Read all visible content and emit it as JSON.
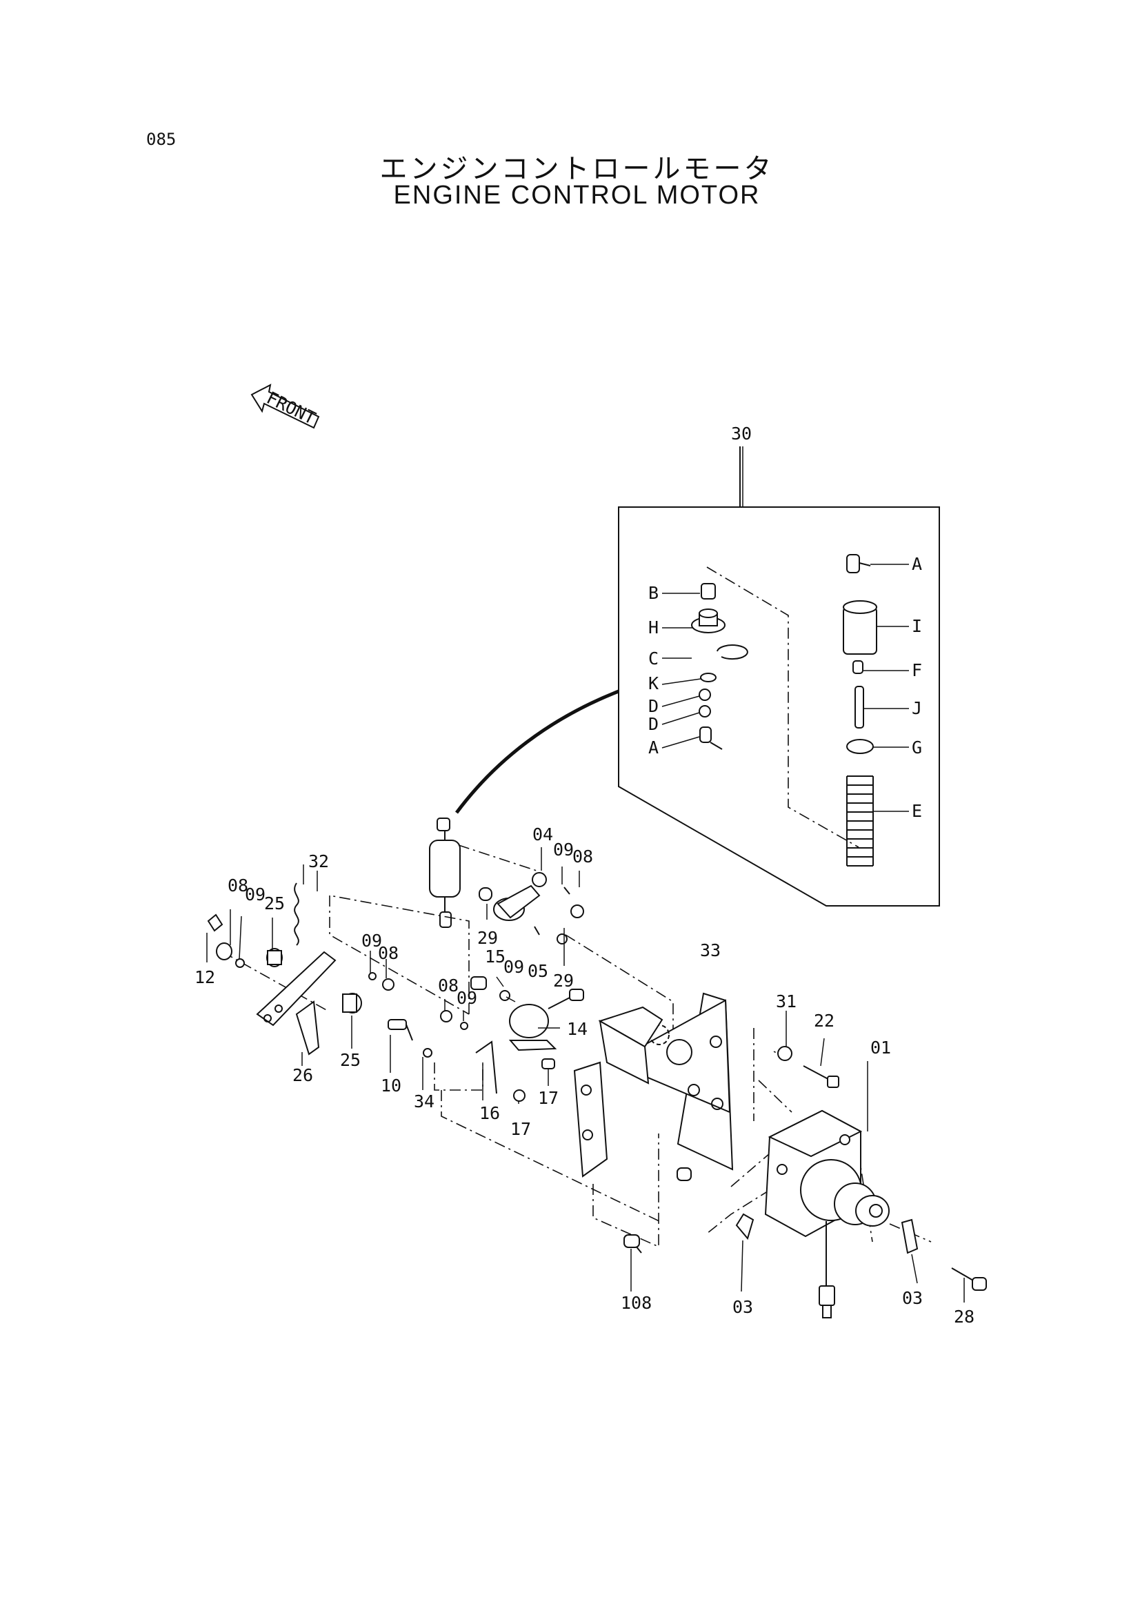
{
  "header": {
    "page_number": "085",
    "title_ja": "エンジンコントロールモータ",
    "title_en": "ENGINE CONTROL MOTOR"
  },
  "front_arrow": {
    "label": "FRONT"
  },
  "parts": {
    "p01": "01",
    "p03a": "03",
    "p03b": "03",
    "p04": "04",
    "p05": "05",
    "p08a": "08",
    "p08b": "08",
    "p08c": "08",
    "p08d": "08",
    "p09a": "09",
    "p09b": "09",
    "p09c": "09",
    "p09d": "09",
    "p09e": "09",
    "p10": "10",
    "p12": "12",
    "p14": "14",
    "p15": "15",
    "p16": "16",
    "p17a": "17",
    "p17b": "17",
    "p22": "22",
    "p25a": "25",
    "p25b": "25",
    "p26": "26",
    "p28": "28",
    "p29a": "29",
    "p29b": "29",
    "p30": "30",
    "p31": "31",
    "p32": "32",
    "p33": "33",
    "p34": "34",
    "p108": "108"
  },
  "kit": {
    "left": [
      "B",
      "H",
      "C",
      "K",
      "D",
      "D",
      "A"
    ],
    "right": [
      "A",
      "I",
      "F",
      "J",
      "G",
      "E"
    ]
  }
}
